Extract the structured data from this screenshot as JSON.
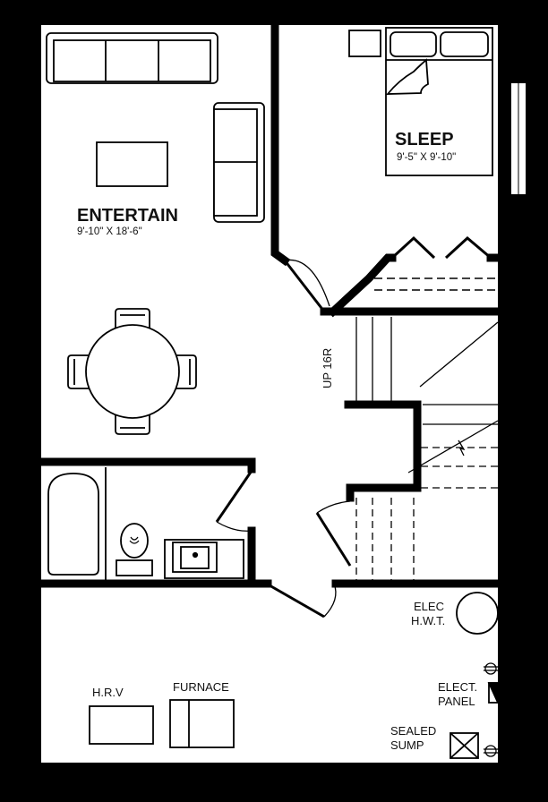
{
  "rooms": {
    "entertain": {
      "name": "ENTERTAIN",
      "dims": "9'-10\" X 18'-6\""
    },
    "sleep": {
      "name": "SLEEP",
      "dims": "9'-5\" X 9'-10\""
    }
  },
  "stair_label": "UP 16R",
  "utility": {
    "hwt_line1": "ELEC",
    "hwt_line2": "H.W.T.",
    "panel_line1": "ELECT.",
    "panel_line2": "PANEL",
    "hrv": "H.R.V",
    "furnace": "FURNACE",
    "sump_line1": "SEALED",
    "sump_line2": "SUMP"
  }
}
